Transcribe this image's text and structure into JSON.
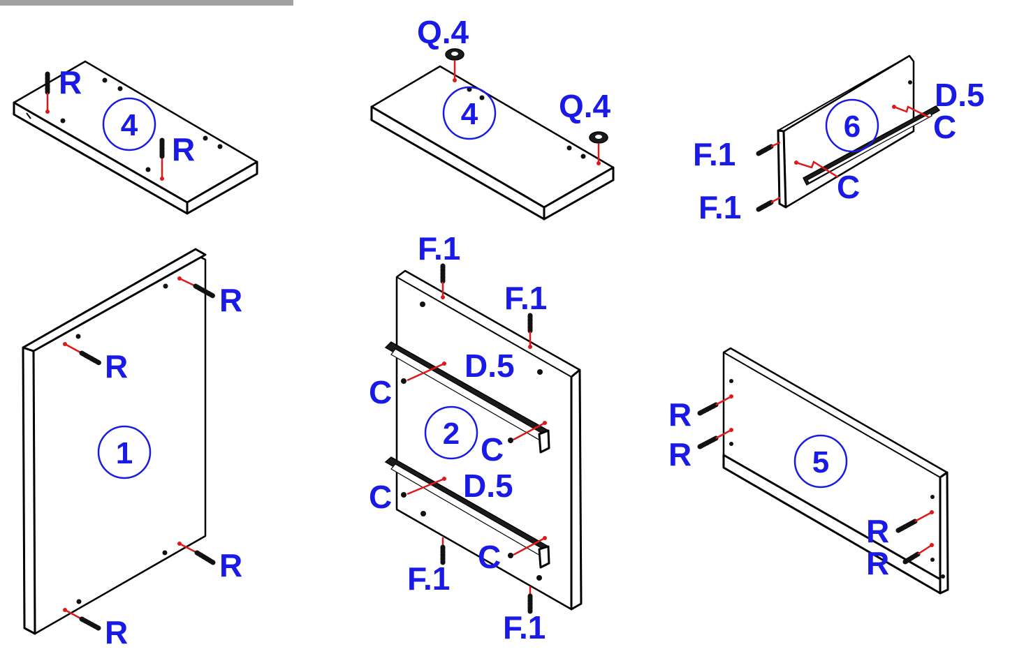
{
  "panels": {
    "shelf_top_left": {
      "number": "4",
      "labels": [
        "R",
        "R"
      ]
    },
    "shelf_top_center": {
      "number": "4",
      "labels": [
        "Q.4",
        "Q.4"
      ]
    },
    "panel_six": {
      "number": "6",
      "labels": [
        "D.5",
        "C",
        "C",
        "F.1",
        "F.1"
      ]
    },
    "panel_one": {
      "number": "1",
      "labels": [
        "R",
        "R",
        "R",
        "R"
      ]
    },
    "panel_two": {
      "number": "2",
      "labels": [
        "F.1",
        "F.1",
        "D.5",
        "C",
        "C",
        "D.5",
        "C",
        "C",
        "F.1",
        "F.1"
      ]
    },
    "panel_five": {
      "number": "5",
      "labels": [
        "R",
        "R",
        "R",
        "R"
      ]
    }
  },
  "colors": {
    "label": "#1a1ae6",
    "guide": "#e01818",
    "outline": "#000000",
    "banner": "#a0a0a0"
  }
}
